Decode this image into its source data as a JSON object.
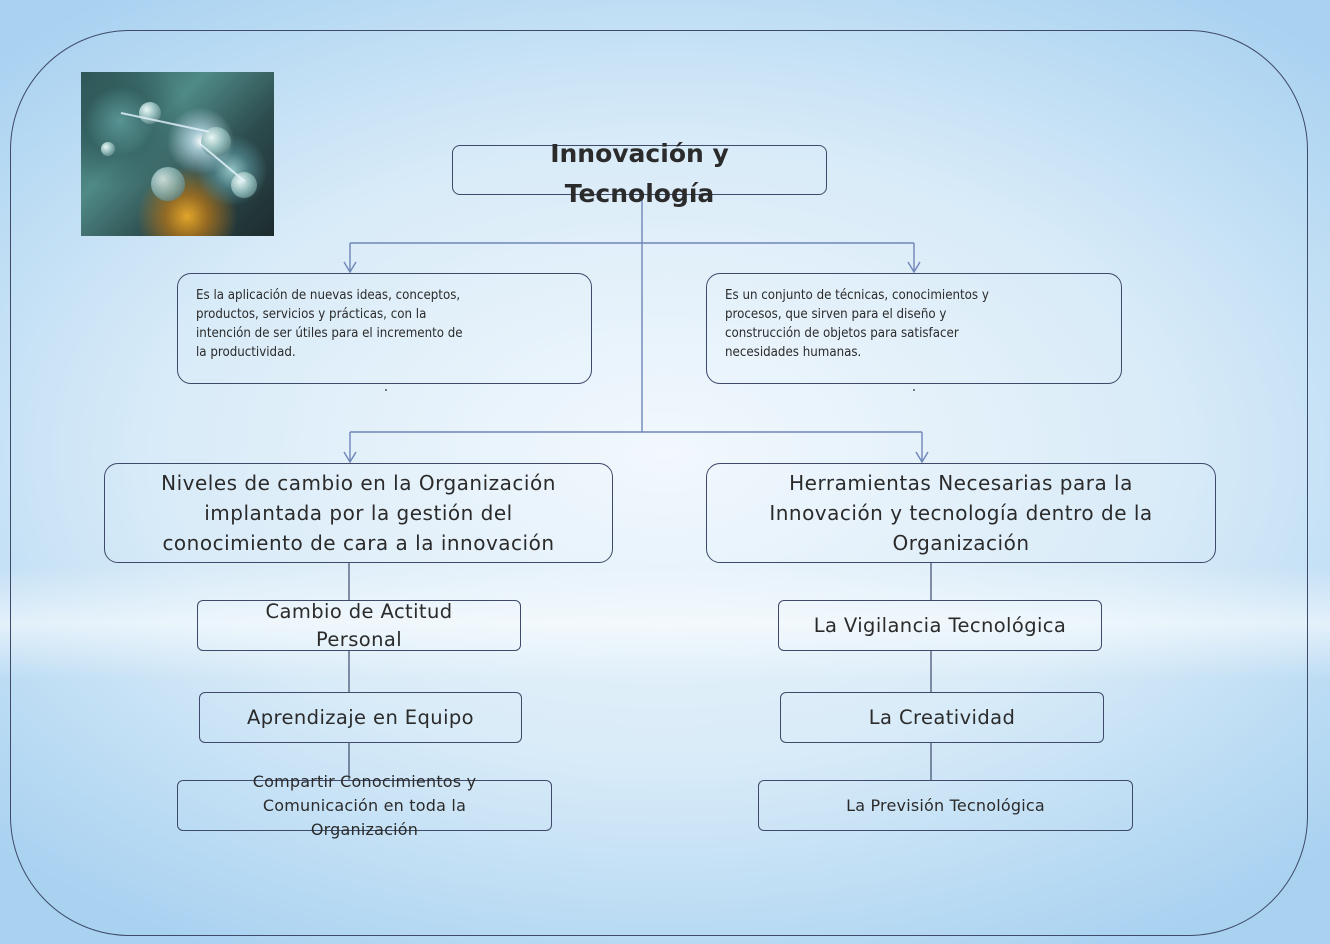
{
  "title": "Innovación y\nTecnología",
  "innovation_definition": [
    "Es la aplicación de  nuevas ideas, conceptos,",
    "productos,  servicios  y  prácticas,  con  la",
    "intención de ser útiles para el incremento de",
    "la productividad."
  ],
  "technology_definition": [
    "Es un  conjunto de técnicas, conocimientos  y",
    "procesos,  que  sirven  para  el  diseño  y",
    "construcción  de  objetos    para    satisfacer",
    "necesidades humanas."
  ],
  "left_branch": {
    "heading": "Niveles de cambio en la Organización\nimplantada por la gestión del\nconocimiento de cara a la innovación",
    "items": [
      "Cambio de Actitud\nPersonal",
      "Aprendizaje en Equipo",
      "Compartir Conocimientos y\nComunicación en toda la\nOrganización"
    ]
  },
  "right_branch": {
    "heading": "Herramientas Necesarias para  la\nInnovación y tecnología dentro de la\nOrganización",
    "items": [
      "La Vigilancia Tecnológica",
      "La Creatividad",
      "La Previsión Tecnológica"
    ]
  },
  "colors": {
    "line": "#3f4a6a",
    "connector": "#6f86b8",
    "text": "#2b2b2b",
    "background_center": "#f2f8fd",
    "background_edge": "#a9d2f1"
  },
  "icons": {
    "photo": "technology-network-photo"
  }
}
